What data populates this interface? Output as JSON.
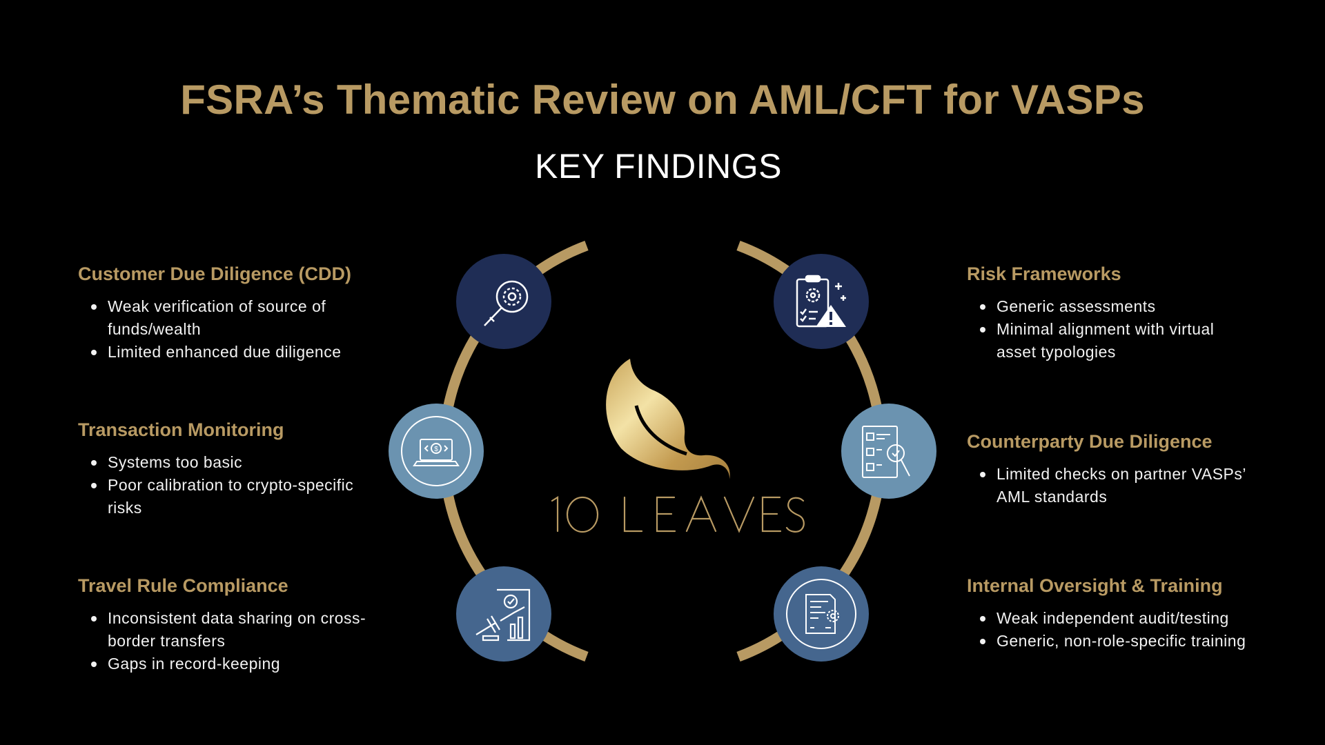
{
  "title": "FSRA’s Thematic Review on AML/CFT for VASPs",
  "subtitle": "KEY FINDINGS",
  "logo": {
    "text": "10 LEAVES",
    "icon": "leaf-logo"
  },
  "colors": {
    "gold": "#b89a63",
    "navy": "#1f2d55",
    "steel": "#6b93b0",
    "slate": "#45668e",
    "background": "#000000"
  },
  "left_sections": [
    {
      "heading": "Customer Due Diligence (CDD)",
      "icon": "magnifier-gear-icon",
      "items": [
        "Weak verification of source of funds/wealth",
        "Limited enhanced due diligence"
      ]
    },
    {
      "heading": "Transaction Monitoring",
      "icon": "laptop-dollar-icon",
      "items": [
        "Systems too basic",
        "Poor calibration to crypto-specific risks"
      ]
    },
    {
      "heading": "Travel Rule Compliance",
      "icon": "gavel-report-icon",
      "items": [
        "Inconsistent data sharing on cross-border transfers",
        "Gaps in record-keeping"
      ]
    }
  ],
  "right_sections": [
    {
      "heading": "Risk Frameworks",
      "icon": "clipboard-warning-icon",
      "items": [
        "Generic assessments",
        "Minimal alignment with virtual asset typologies"
      ]
    },
    {
      "heading": "Counterparty Due Diligence",
      "icon": "checklist-search-icon",
      "items": [
        "Limited checks on partner VASPs’ AML standards"
      ]
    },
    {
      "heading": "Internal Oversight & Training",
      "icon": "document-gear-icon",
      "items": [
        "Weak independent audit/testing",
        "Generic, non-role-specific training"
      ]
    }
  ]
}
